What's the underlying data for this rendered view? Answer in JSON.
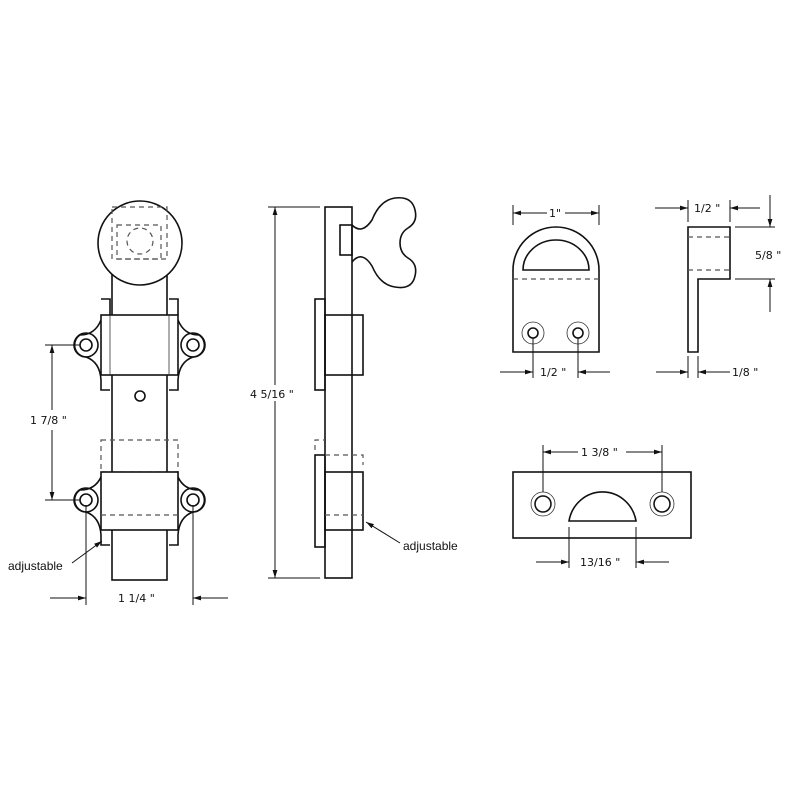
{
  "front_view": {
    "dim_hole_spacing_vertical": "1 7/8 \"",
    "dim_hole_spacing_horizontal": "1 1/4 \"",
    "note": "adjustable"
  },
  "side_view": {
    "dim_length": "4 5/16 \"",
    "note": "adjustable"
  },
  "keeper_front": {
    "dim_width": "1\"",
    "dim_hole_spacing": "1/2 \""
  },
  "keeper_side": {
    "dim_depth": "1/2 \"",
    "dim_height": "5/8 \"",
    "dim_thickness": "1/8 \""
  },
  "strike_plate": {
    "dim_hole_spacing": "1 3/8 \"",
    "dim_opening": "13/16 \""
  },
  "colors": {
    "line": "#111111",
    "background": "#ffffff"
  }
}
